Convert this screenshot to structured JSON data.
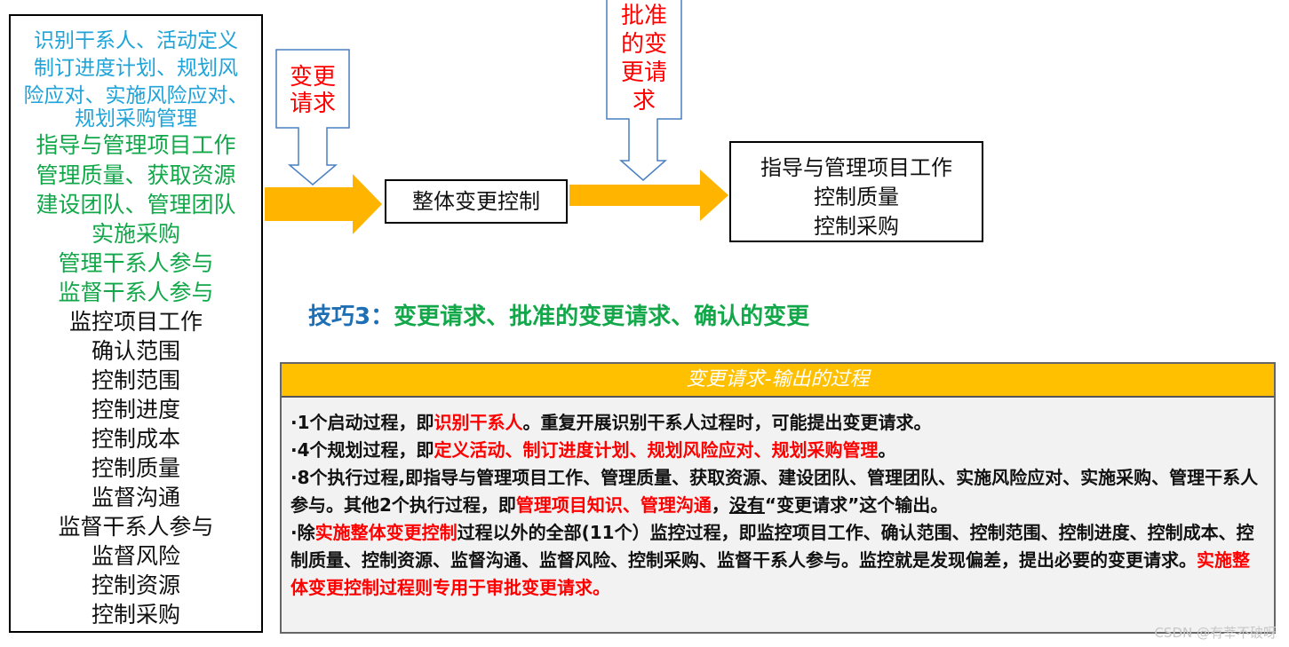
{
  "left_box": {
    "blue_lines": [
      "识别干系人、活动定义",
      "制订进度计划、规划风",
      "险应对、实施风险应对、",
      "规划采购管理"
    ],
    "green_lines": [
      "指导与管理项目工作",
      "管理质量、获取资源",
      "建设团队、管理团队",
      "实施采购",
      "管理干系人参与",
      "监督干系人参与"
    ],
    "black_lines": [
      "监控项目工作",
      "确认范围",
      "控制范围",
      "控制进度",
      "控制成本",
      "控制质量",
      "监督沟通",
      "监督干系人参与",
      "监督风险",
      "控制资源",
      "控制采购"
    ]
  },
  "callouts": {
    "change_request": [
      "变更",
      "请求"
    ],
    "approved_change": [
      "批准",
      "的变",
      "更请",
      "求"
    ]
  },
  "center_box": {
    "label": "整体变更控制"
  },
  "right_box": {
    "lines": [
      "指导与管理项目工作",
      "控制质量",
      "控制采购"
    ]
  },
  "tip": {
    "prefix": "技巧3：",
    "rest": "变更请求、批准的变更请求、确认的变更"
  },
  "panel": {
    "header": "变更请求-输出的过程",
    "p1": [
      "·1个启动过程，即",
      "识别干系人",
      "。重复开展识别干系人过程时，可能提出变更请求。"
    ],
    "p2": [
      "·4个规划过程，即",
      "定义活动、制订进度计划、规划风险应对、规划采购管理",
      "。"
    ],
    "p3": [
      "·8个执行过程,即指导与管理项目工作、管理质量、获取资源、建设团队、管理团队、实施风险应对、实施采购、管理干系人参与。其他2个执行过程，即",
      "管理项目知识、管理沟通",
      "，",
      "没有",
      "“变更请求”这个输出。"
    ],
    "p4": [
      "·除",
      "实施整体变更控制",
      "过程以外的全部(11个）监控过程，即监控项目工作、确认范围、控制范围、控制进度、控制成本、控制质量、控制资源、监督沟通、监督风险、控制采购、监督干系人参与。监控就是发现偏差，提出必要的变更请求。",
      "实施整体变更控制过程则专用于审批变更请求。"
    ]
  },
  "watermark": "CSDN @有莘不破呀",
  "colors": {
    "blue": "#1fa3d8",
    "green": "#12a84a",
    "red": "#ff0000",
    "arrow": "#ffb400",
    "header": "#ffc000",
    "panel_bg": "#f2f2f2"
  }
}
